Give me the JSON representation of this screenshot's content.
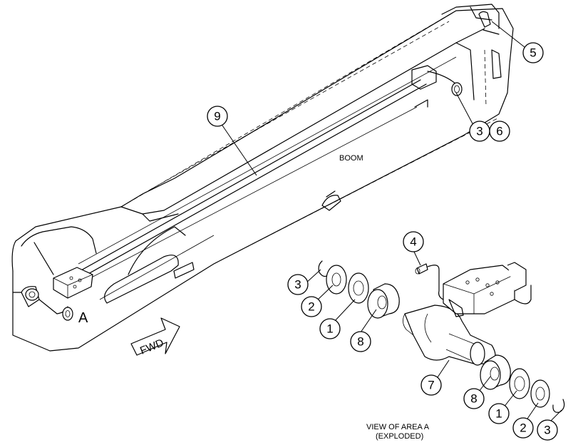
{
  "labels": {
    "boom": "BOOM",
    "area": "A",
    "fwd": "FWD",
    "view_line1": "VIEW OF AREA A",
    "view_line2": "(EXPLODED)"
  },
  "callouts": {
    "c5": "5",
    "c3a": "3",
    "c6": "6",
    "c9": "9",
    "c4": "4",
    "c3b": "3",
    "c2a": "2",
    "c1a": "1",
    "c8a": "8",
    "c7": "7",
    "c8b": "8",
    "c1b": "1",
    "c2b": "2",
    "c3c": "3"
  }
}
